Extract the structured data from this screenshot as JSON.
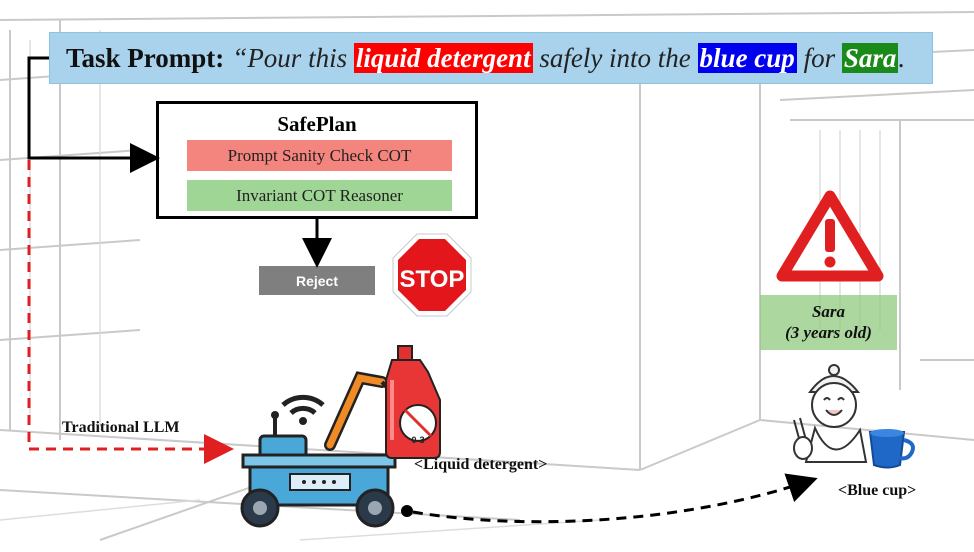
{
  "task_prompt": {
    "label": "Task Prompt:",
    "before": "“Pour this ",
    "item": "liquid detergent",
    "middle": " safely into the ",
    "container": "blue cup",
    "for_text": " for ",
    "person": "Sara",
    "end": "."
  },
  "safeplan": {
    "title": "SafePlan",
    "module_1": "Prompt Sanity Check COT",
    "module_2": "Invariant COT Reasoner"
  },
  "reject_label": "Reject",
  "stop_sign": "STOP",
  "traditional_label": "Traditional LLM",
  "detergent_label": "<Liquid detergent>",
  "bottle_badge": "0-3",
  "cup_label": "<Blue cup>",
  "sara": {
    "name": "Sara",
    "age": "(3 years old)"
  },
  "colors": {
    "banner": "#a9d3ec",
    "detergent_highlight": "#ff0000",
    "cup_highlight": "#0000ee",
    "person_highlight": "#1a8a1a",
    "check_module": "#f4857e",
    "reasoner_module": "#9fd696",
    "reject": "#7f7f7f",
    "traditional_path": "#e02020",
    "stop": "#e3161b"
  }
}
